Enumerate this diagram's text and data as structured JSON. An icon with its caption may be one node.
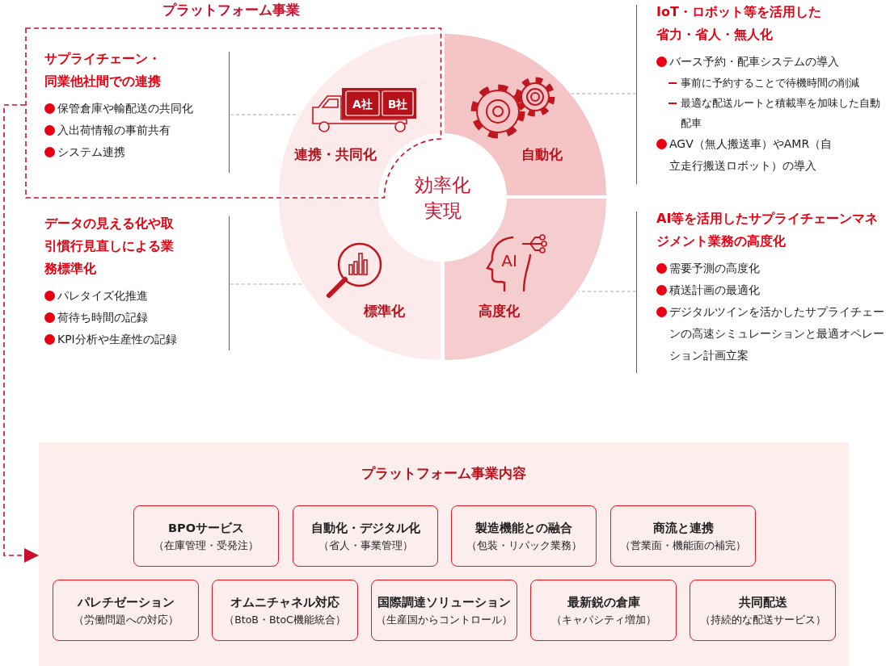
{
  "diagram": {
    "nodes": [
      {
        "text": [
          "プラットフォーム事業"
        ]
      },
      {
        "text": [
          "サプライチェーン・同業他社間での連携",
          "保管倉庫や輸配送の共同化",
          "入出荷情報の事前共有",
          "システム連携"
        ],
        "in": 0
      },
      {
        "text": [
          "連携・共同化"
        ],
        "in": 0
      },
      {
        "text": [
          "自動化"
        ]
      },
      {
        "text": [
          "IoT・ロボット等を活用した省力・省人・無人化",
          "バース予約・配車システムの導入",
          "事前に予約することで待機時間の削減",
          "最適な配送ルートと積載率を加味した自動配車",
          "AGV（無人搬送車）やAMR（自立走行搬送ロボット）の導入"
        ]
      },
      {
        "text": [
          "効率化実現"
        ]
      },
      {
        "text": [
          "データの見える化や取引慣行見直しによる業務標準化",
          "パレタイズ化推進",
          "荷待ち時間の記録",
          "KPI分析や生産性の記録"
        ]
      },
      {
        "text": [
          "標準化"
        ]
      },
      {
        "text": [
          "高度化"
        ]
      },
      {
        "text": [
          "AI等を活用したサプライチェーンマネジメント業務の高度化",
          "需要予測の高度化",
          "積送計画の最適化",
          "デジタルツインを活かしたサプライチェーンの高速シミュレーションと最適オペレーション計画立案"
        ]
      },
      {
        "text": [
          "プラットフォーム事業内容"
        ]
      },
      {
        "text": [
          "BPOサービス",
          "（在庫管理・受発注）"
        ],
        "in": 10
      },
      {
        "text": [
          "自動化・デジタル化",
          "（省人・事業管理）"
        ],
        "in": 10
      },
      {
        "text": [
          "製造機能との融合",
          "（包装・リパック業務）"
        ],
        "in": 10
      },
      {
        "text": [
          "商流と連携",
          "（営業面・機能面の補完）"
        ],
        "in": 10
      },
      {
        "text": [
          "パレチゼーション",
          "（労働問題への対応）"
        ],
        "in": 10
      },
      {
        "text": [
          "オムニチャネル対応",
          "（BtoB・BtoC機能統合）"
        ],
        "in": 10
      },
      {
        "text": [
          "国際調達ソリューション",
          "（生産国からコントロール）"
        ],
        "in": 10
      },
      {
        "text": [
          "最新鋭の倉庫",
          "（キャパシティ増加）"
        ],
        "in": 10
      },
      {
        "text": [
          "共同配送",
          "（持続的な配送サービス）"
        ],
        "in": 10
      }
    ],
    "edges": [
      {
        "from": 1,
        "to": 2,
        "arrow": "none",
        "style": "dashed",
        "color": "#aaaaaa"
      },
      {
        "from": 4,
        "to": 3,
        "arrow": "none",
        "style": "dashed",
        "color": "#aaaaaa"
      },
      {
        "from": 6,
        "to": 7,
        "arrow": "none",
        "style": "dashed",
        "color": "#aaaaaa"
      },
      {
        "from": 9,
        "to": 8,
        "arrow": "none",
        "style": "dashed",
        "color": "#aaaaaa"
      },
      {
        "from": 0,
        "to": 10,
        "arrow": "to",
        "style": "dashed",
        "color": "#c8102e"
      }
    ],
    "labels": [
      "A社",
      "B社",
      "AI"
    ]
  }
}
